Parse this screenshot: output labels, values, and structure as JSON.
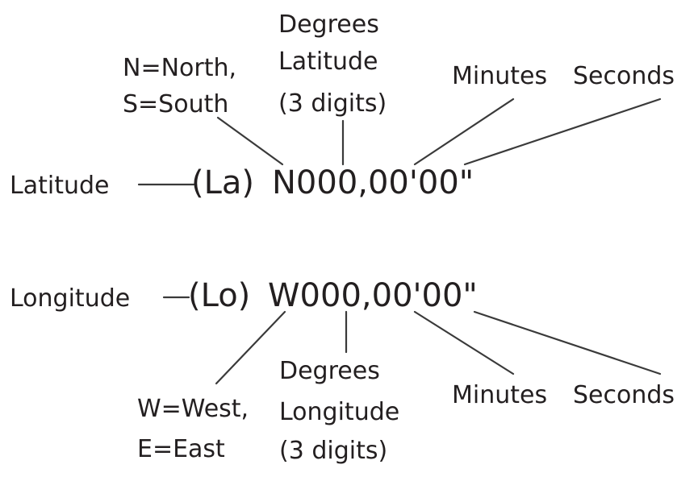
{
  "latitude": {
    "label": "Latitude",
    "abbrev": "(La)",
    "code": "N000,00'00\"",
    "hemisphere_lines": [
      "N=North,",
      "S=South"
    ],
    "degrees_lines": [
      "Degrees",
      "Latitude",
      "(3 digits)"
    ],
    "minutes": "Minutes",
    "seconds": "Seconds"
  },
  "longitude": {
    "label": "Longitude",
    "abbrev": "(Lo)",
    "code": "W000,00'00\"",
    "hemisphere_lines": [
      "W=West,",
      "E=East"
    ],
    "degrees_lines": [
      "Degrees",
      "Longitude",
      "(3 digits)"
    ],
    "minutes": "Minutes",
    "seconds": "Seconds"
  }
}
